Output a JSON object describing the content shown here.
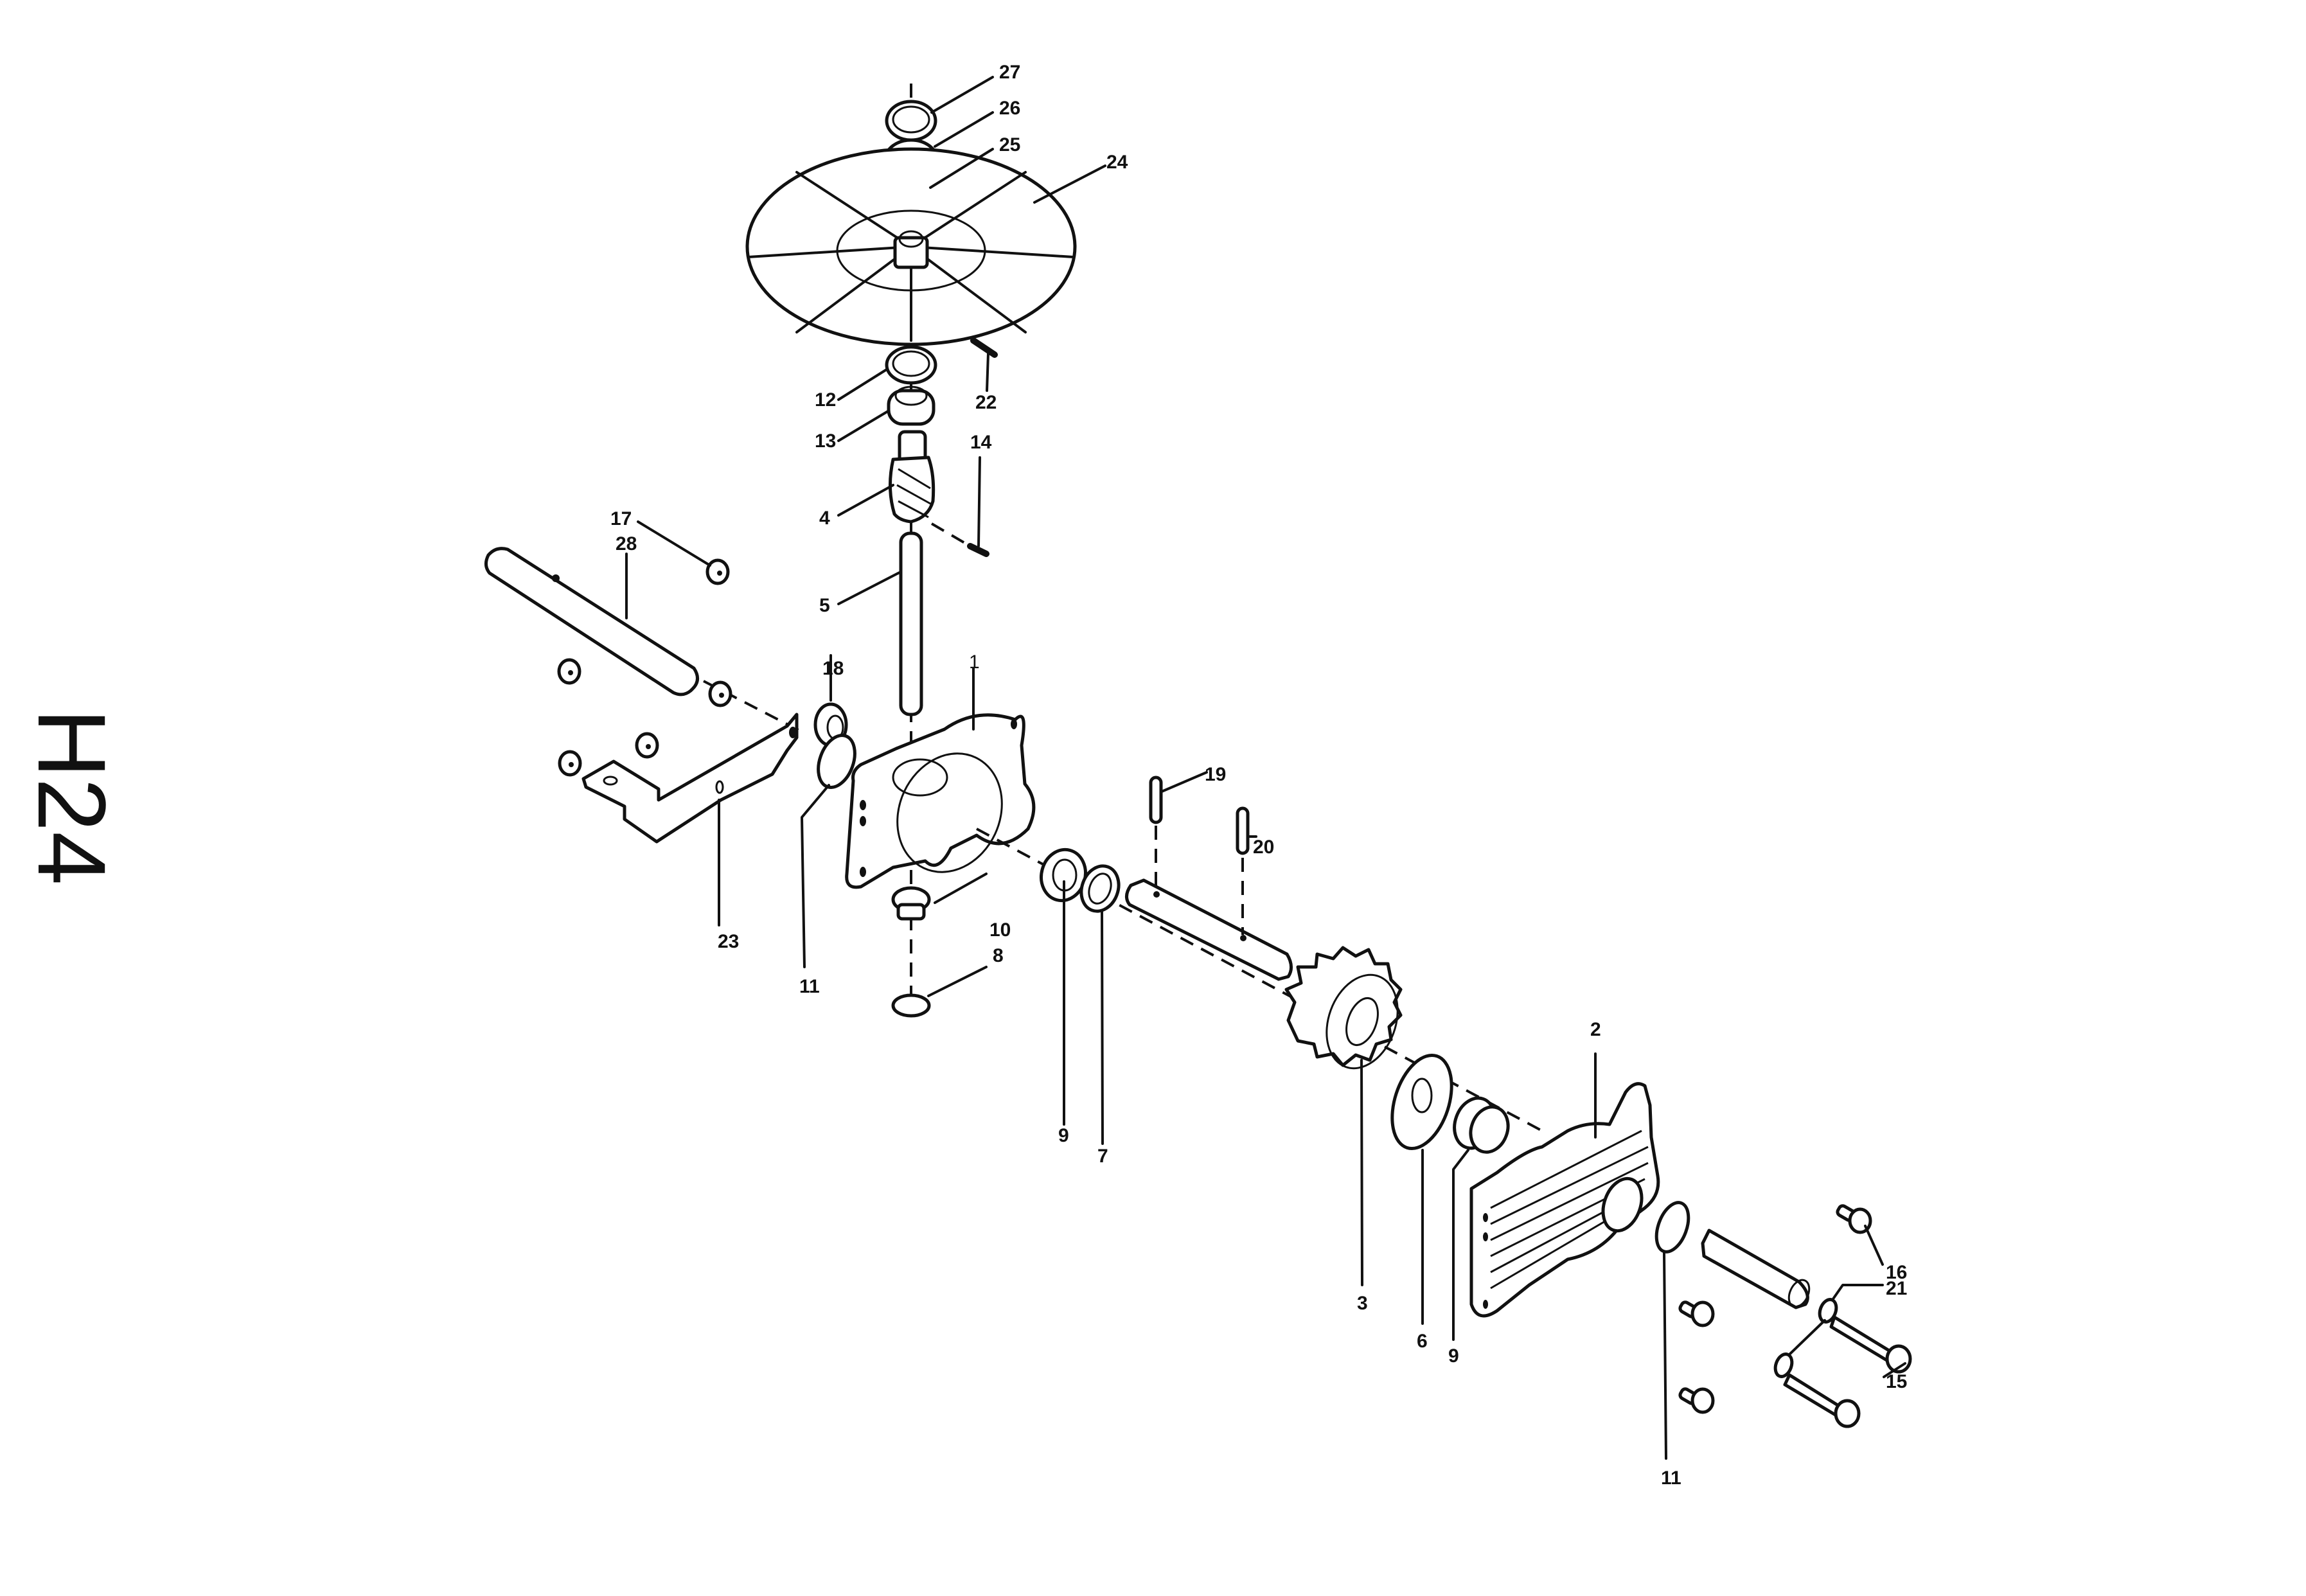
{
  "sheet": {
    "code": "H24",
    "background": "#ffffff",
    "ink": "#111111"
  },
  "callouts": [
    {
      "id": "c27",
      "label": "27",
      "part": "retaining-ring"
    },
    {
      "id": "c26",
      "label": "26",
      "part": "washer"
    },
    {
      "id": "c25",
      "label": "25",
      "part": "spacer"
    },
    {
      "id": "c24",
      "label": "24",
      "part": "spinner-disc"
    },
    {
      "id": "c12",
      "label": "12",
      "part": "seal-ring"
    },
    {
      "id": "c13",
      "label": "13",
      "part": "bearing"
    },
    {
      "id": "c22",
      "label": "22",
      "part": "pin"
    },
    {
      "id": "c14",
      "label": "14",
      "part": "pin"
    },
    {
      "id": "c4",
      "label": "4",
      "part": "worm-gear"
    },
    {
      "id": "c5",
      "label": "5",
      "part": "vertical-shaft"
    },
    {
      "id": "c17",
      "label": "17",
      "part": "nut"
    },
    {
      "id": "c28",
      "label": "28",
      "part": "tube"
    },
    {
      "id": "c18",
      "label": "18",
      "part": "bushing"
    },
    {
      "id": "c1",
      "label": "1",
      "part": "gearbox-housing"
    },
    {
      "id": "c19",
      "label": "19",
      "part": "pin"
    },
    {
      "id": "c20",
      "label": "20",
      "part": "pin"
    },
    {
      "id": "c11a",
      "label": "11",
      "part": "o-ring"
    },
    {
      "id": "c23",
      "label": "23",
      "part": "bracket"
    },
    {
      "id": "c10",
      "label": "10",
      "part": "bearing"
    },
    {
      "id": "c8",
      "label": "8",
      "part": "cap"
    },
    {
      "id": "c9a",
      "label": "9",
      "part": "bearing"
    },
    {
      "id": "c7",
      "label": "7",
      "part": "seal"
    },
    {
      "id": "c3",
      "label": "3",
      "part": "worm-wheel"
    },
    {
      "id": "c6",
      "label": "6",
      "part": "thrust-washer"
    },
    {
      "id": "c9b",
      "label": "9",
      "part": "bearing"
    },
    {
      "id": "c2",
      "label": "2",
      "part": "gearbox-cover"
    },
    {
      "id": "c11b",
      "label": "11",
      "part": "o-ring"
    },
    {
      "id": "c16",
      "label": "16",
      "part": "bolt"
    },
    {
      "id": "c21",
      "label": "21",
      "part": "washer"
    },
    {
      "id": "c15",
      "label": "15",
      "part": "bolt"
    }
  ]
}
